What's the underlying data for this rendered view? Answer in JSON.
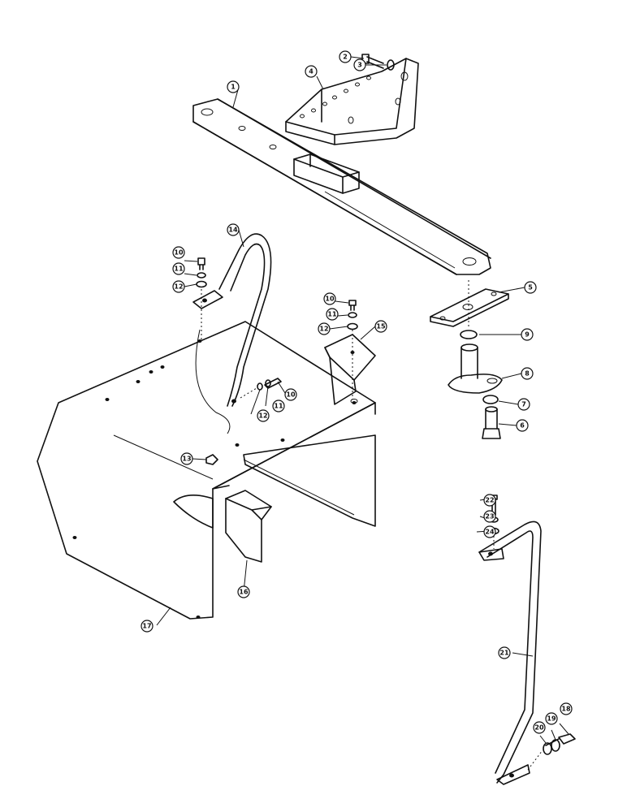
{
  "callouts": [
    {
      "id": "1",
      "text": "1"
    },
    {
      "id": "2",
      "text": "2"
    },
    {
      "id": "3",
      "text": "3"
    },
    {
      "id": "4",
      "text": "4"
    },
    {
      "id": "5",
      "text": "5"
    },
    {
      "id": "6",
      "text": "6"
    },
    {
      "id": "7",
      "text": "7"
    },
    {
      "id": "8",
      "text": "8"
    },
    {
      "id": "9",
      "text": "9"
    },
    {
      "id": "10a",
      "text": "10"
    },
    {
      "id": "11a",
      "text": "11"
    },
    {
      "id": "12a",
      "text": "12"
    },
    {
      "id": "10b",
      "text": "10"
    },
    {
      "id": "11b",
      "text": "11"
    },
    {
      "id": "12b",
      "text": "12"
    },
    {
      "id": "10c",
      "text": "10"
    },
    {
      "id": "11c",
      "text": "11"
    },
    {
      "id": "12c",
      "text": "12"
    },
    {
      "id": "13",
      "text": "13"
    },
    {
      "id": "14",
      "text": "14"
    },
    {
      "id": "15",
      "text": "15"
    },
    {
      "id": "16",
      "text": "16"
    },
    {
      "id": "17",
      "text": "17"
    },
    {
      "id": "18",
      "text": "18"
    },
    {
      "id": "19",
      "text": "19"
    },
    {
      "id": "20",
      "text": "20"
    },
    {
      "id": "21",
      "text": "21"
    },
    {
      "id": "22",
      "text": "22"
    },
    {
      "id": "23",
      "text": "23"
    },
    {
      "id": "24",
      "text": "24"
    }
  ]
}
